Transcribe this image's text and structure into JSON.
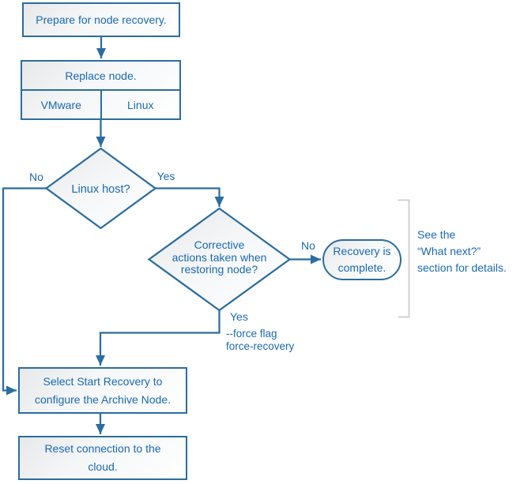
{
  "colors": {
    "stroke": "#2b6d9f",
    "text": "#1a69b2",
    "bracket": "#d2d2d2",
    "node_fill_start": "#e6e8ea",
    "node_fill_end": "#ffffff"
  },
  "flow": {
    "nodes": {
      "prepare": {
        "label": "Prepare for node recovery."
      },
      "replace": {
        "label": "Replace node.",
        "options": [
          "VMware",
          "Linux"
        ]
      },
      "linux_host": {
        "label": "Linux host?"
      },
      "corrective": {
        "lines": [
          "Corrective",
          "actions taken when",
          "restoring node?"
        ]
      },
      "recovery_complete": {
        "lines": [
          "Recovery is",
          "complete."
        ]
      },
      "select_start": {
        "lines": [
          "Select Start Recovery to",
          "configure the Archive Node."
        ]
      },
      "reset_connection": {
        "lines": [
          "Reset connection to the",
          "cloud."
        ]
      }
    },
    "edge_labels": {
      "linux_host_no": "No",
      "linux_host_yes": "Yes",
      "corrective_no": "No",
      "corrective_yes": "Yes"
    },
    "annotations": {
      "force_note": {
        "lines": [
          "--force flag",
          "force-recovery"
        ]
      },
      "what_next_note": {
        "lines": [
          "See the",
          "“What next?”",
          "section for details."
        ]
      }
    }
  }
}
